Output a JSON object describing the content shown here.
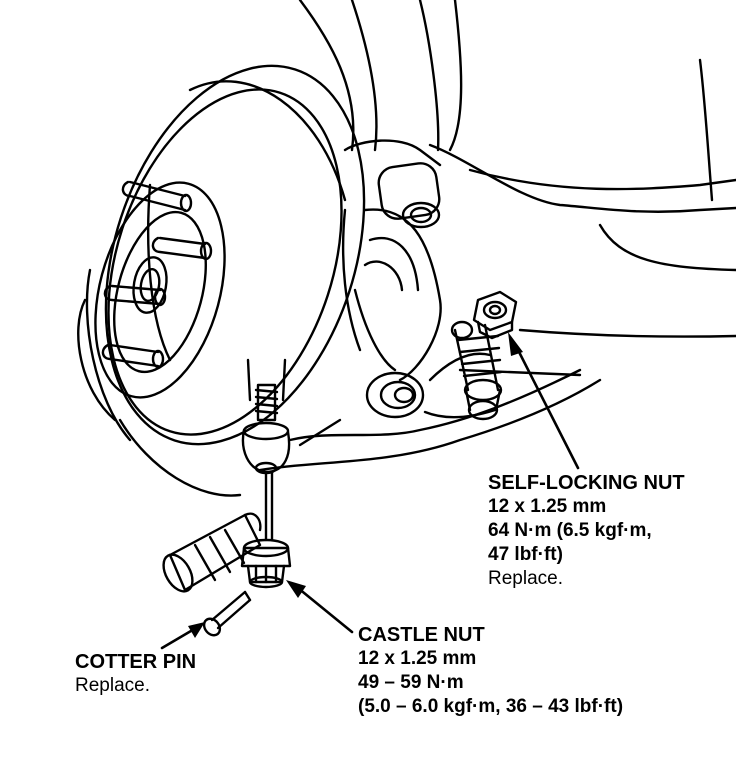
{
  "callouts": {
    "self_locking_nut": {
      "title": "SELF-LOCKING NUT",
      "size": "12 x 1.25 mm",
      "torque_line1": "64 N·m (6.5 kgf·m,",
      "torque_line2": "47 lbf·ft)",
      "note": "Replace."
    },
    "castle_nut": {
      "title": "CASTLE NUT",
      "size": "12 x 1.25 mm",
      "torque_line1": "49 – 59 N·m",
      "torque_line2": "(5.0 – 6.0 kgf·m, 36 – 43 lbf·ft)"
    },
    "cotter_pin": {
      "title": "COTTER PIN",
      "note": "Replace."
    }
  },
  "colors": {
    "ink": "#000000",
    "paper": "#ffffff"
  }
}
